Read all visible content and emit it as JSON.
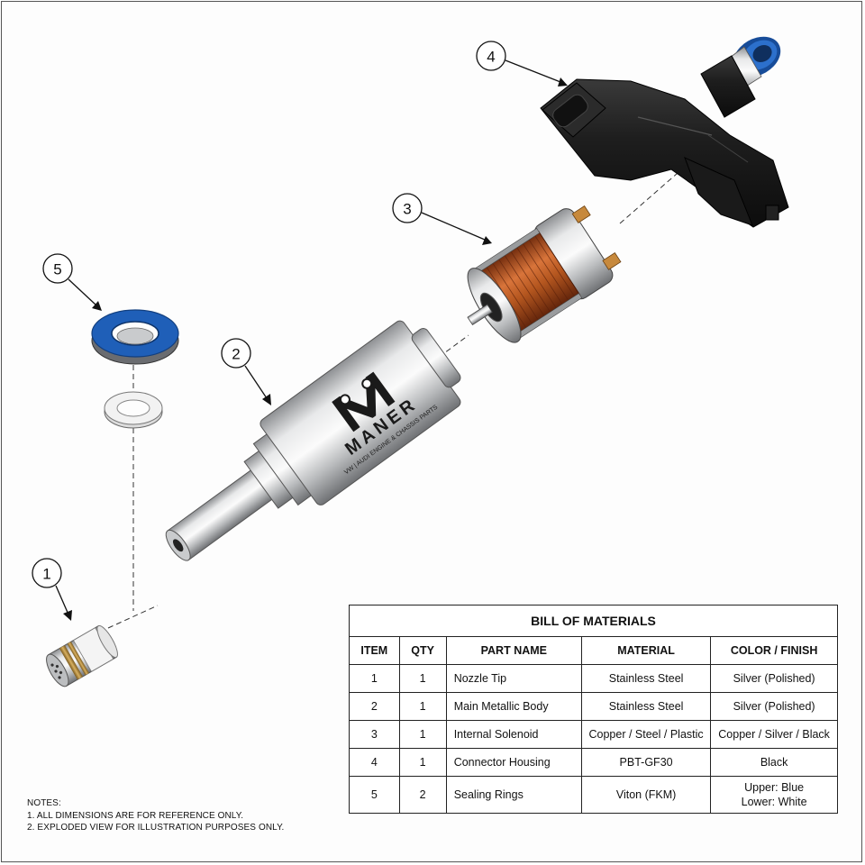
{
  "callouts": [
    "1",
    "2",
    "3",
    "4",
    "5"
  ],
  "body_marking": {
    "brand": "MANER",
    "tagline": "VW | AUDI ENGINE & CHASSIS PARTS"
  },
  "bom": {
    "title": "BILL OF MATERIALS",
    "headers": [
      "ITEM",
      "QTY",
      "PART NAME",
      "MATERIAL",
      "COLOR / FINISH"
    ],
    "rows": [
      {
        "item": "1",
        "qty": "1",
        "name": "Nozzle Tip",
        "material": "Stainless Steel",
        "finish": "Silver (Polished)"
      },
      {
        "item": "2",
        "qty": "1",
        "name": "Main Metallic Body",
        "material": "Stainless Steel",
        "finish": "Silver (Polished)"
      },
      {
        "item": "3",
        "qty": "1",
        "name": "Internal Solenoid",
        "material": "Copper / Steel / Plastic",
        "finish": "Copper / Silver / Black"
      },
      {
        "item": "4",
        "qty": "1",
        "name": "Connector Housing",
        "material": "PBT-GF30",
        "finish": "Black"
      },
      {
        "item": "5",
        "qty": "2",
        "name": "Sealing Rings",
        "material": "Viton (FKM)",
        "finish_lines": [
          "Upper: Blue",
          "Lower: White"
        ]
      }
    ]
  },
  "notes": {
    "heading": "NOTES:",
    "lines": [
      "1. ALL DIMENSIONS ARE FOR REFERENCE ONLY.",
      "2. EXPLODED VIEW FOR ILLUSTRATION PURPOSES ONLY."
    ]
  },
  "colors": {
    "steel": "#c9cbcd",
    "copper": "#b4561f",
    "connector": "#1c1c1c",
    "seal_blue": "#1f5fb8",
    "seal_white": "#f2f2f2"
  }
}
